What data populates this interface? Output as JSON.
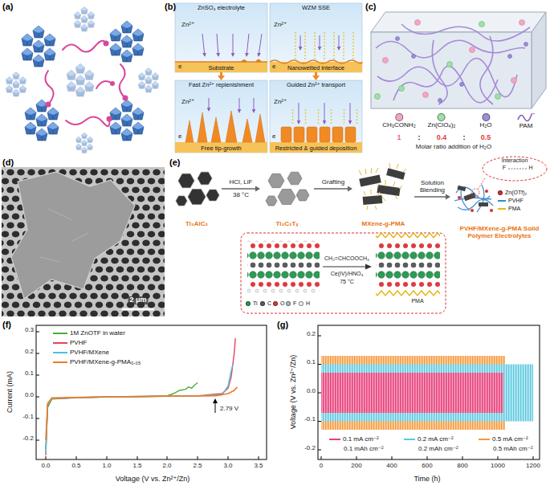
{
  "diagram": {
    "nodes": [
      {
        "text": [
          "ZnSO₄ electrolyte",
          "Substrate"
        ]
      },
      {
        "text": [
          "WZM SSE",
          "Nanowetted interface"
        ]
      },
      {
        "text": [
          "Fast Zn²⁺ replenishment",
          "Free tip-growth"
        ]
      },
      {
        "text": [
          "Guided Zn²⁺ transport",
          "Restricted & guided deposition"
        ]
      },
      {
        "text": [
          "Ti₃AlC₂"
        ]
      },
      {
        "text": [
          "Ti₃C₂Tₓ"
        ]
      },
      {
        "text": [
          "MXene-g-PMA"
        ]
      },
      {
        "text": [
          "PVHF/MXene-g-PMA Solid Polymer Electrolytes"
        ]
      },
      {
        "text": [
          "Interaction"
        ]
      }
    ],
    "edges": [
      {
        "from": 0,
        "to": 2,
        "arrow": "to"
      },
      {
        "from": 1,
        "to": 3,
        "arrow": "to"
      },
      {
        "from": 4,
        "to": 5,
        "arrow": "to",
        "label": "HCl, LiF"
      },
      {
        "from": 5,
        "to": 6,
        "arrow": "to",
        "label": "Grafting"
      },
      {
        "from": 6,
        "to": 7,
        "arrow": "to",
        "label": "Solution Blending"
      }
    ],
    "labels": [
      "(a)",
      "(b)",
      "(c)",
      "Zn²⁺",
      "e",
      "Zn²⁺",
      "e",
      "Zn²⁺",
      "e",
      "Zn²⁺",
      "e",
      "1",
      ":",
      "0.4",
      ":",
      "0.5",
      "Molar ratio addition of H₂O",
      "(d)",
      "2 μm",
      "(e)",
      "38 °C",
      "CH₂=CHCOOCH₃",
      "Ce(IV)/HNO₃",
      "75 °C",
      "PMA",
      "F",
      "H",
      "(f)",
      "Current (mA)",
      "Voltage (V vs. Zn²⁺/Zn)",
      "-0.2",
      "-0.1",
      "0.0",
      "0.1",
      "0.2",
      "0.3",
      "0.0",
      "0.5",
      "1.0",
      "1.5",
      "2.0",
      "2.5",
      "3.0",
      "3.5",
      "2.79 V",
      "(g)",
      "Voltage (V vs. Zn²⁺/Zn)",
      "Time (h)",
      "0.2",
      "0.1",
      "0.0",
      "-0.1",
      "-0.2",
      "0",
      "200",
      "400",
      "600",
      "800",
      "1000",
      "1200",
      "0.1 mAh cm⁻²",
      "0.2 mAh cm⁻²",
      "0.5 mAh cm⁻²"
    ],
    "legend": [
      {
        "text": "CH₃CONH₂",
        "color": "#f2a7c3"
      },
      {
        "text": "Zn(ClO₄)₂",
        "color": "#9fe0a8"
      },
      {
        "text": "H₂O",
        "color": "#9b8fd6"
      },
      {
        "text": "PAM"
      },
      {
        "text": "Ti",
        "color": "#2f9a55"
      },
      {
        "text": "C",
        "color": "#5c5c5c"
      },
      {
        "text": "O",
        "color": "#e0393e"
      },
      {
        "text": "F",
        "color": "#b9b9b9"
      },
      {
        "text": "H",
        "color": "#f4f4f4"
      },
      {
        "text": "Zn(OTf)₂",
        "color": "#d9302c"
      },
      {
        "text": "PVHF"
      },
      {
        "text": "PMA"
      },
      {
        "text": "1M ZnOTF in water"
      },
      {
        "text": "PVHF"
      },
      {
        "text": "PVHF/MXene"
      },
      {
        "text": "PVHF/MXene-g-PMA₀.₀₅"
      },
      {
        "text": "0.1 mA cm⁻²"
      },
      {
        "text": "0.2 mA cm⁻²"
      },
      {
        "text": "0.5 mA cm⁻²"
      }
    ]
  }
}
